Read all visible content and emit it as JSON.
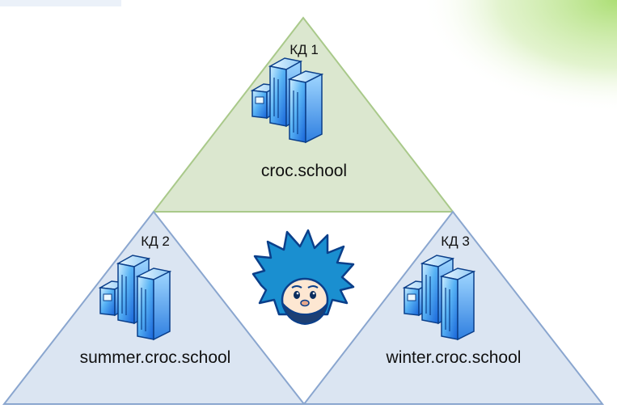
{
  "diagram": {
    "nodes": [
      {
        "id": "top",
        "dc_label": "КД 1",
        "domain": "croc.school",
        "fill": "#dbe7cf",
        "stroke": "#a9c98a"
      },
      {
        "id": "left",
        "dc_label": "КД 2",
        "domain": "summer.croc.school",
        "fill": "#dbe5f2",
        "stroke": "#8aa6cf"
      },
      {
        "id": "right",
        "dc_label": "КД 3",
        "domain": "winter.croc.school",
        "fill": "#dbe5f2",
        "stroke": "#8aa6cf"
      }
    ],
    "mascot": {
      "icon": "hedgehog-mascot-icon",
      "color": "#1a8fd0"
    },
    "server_icon": "server-rack-icon"
  },
  "colors": {
    "accent_green": "#a8dd6e",
    "server_light": "#a9dcff",
    "server_dark": "#1763d8",
    "outline": "#0b3f8a"
  }
}
